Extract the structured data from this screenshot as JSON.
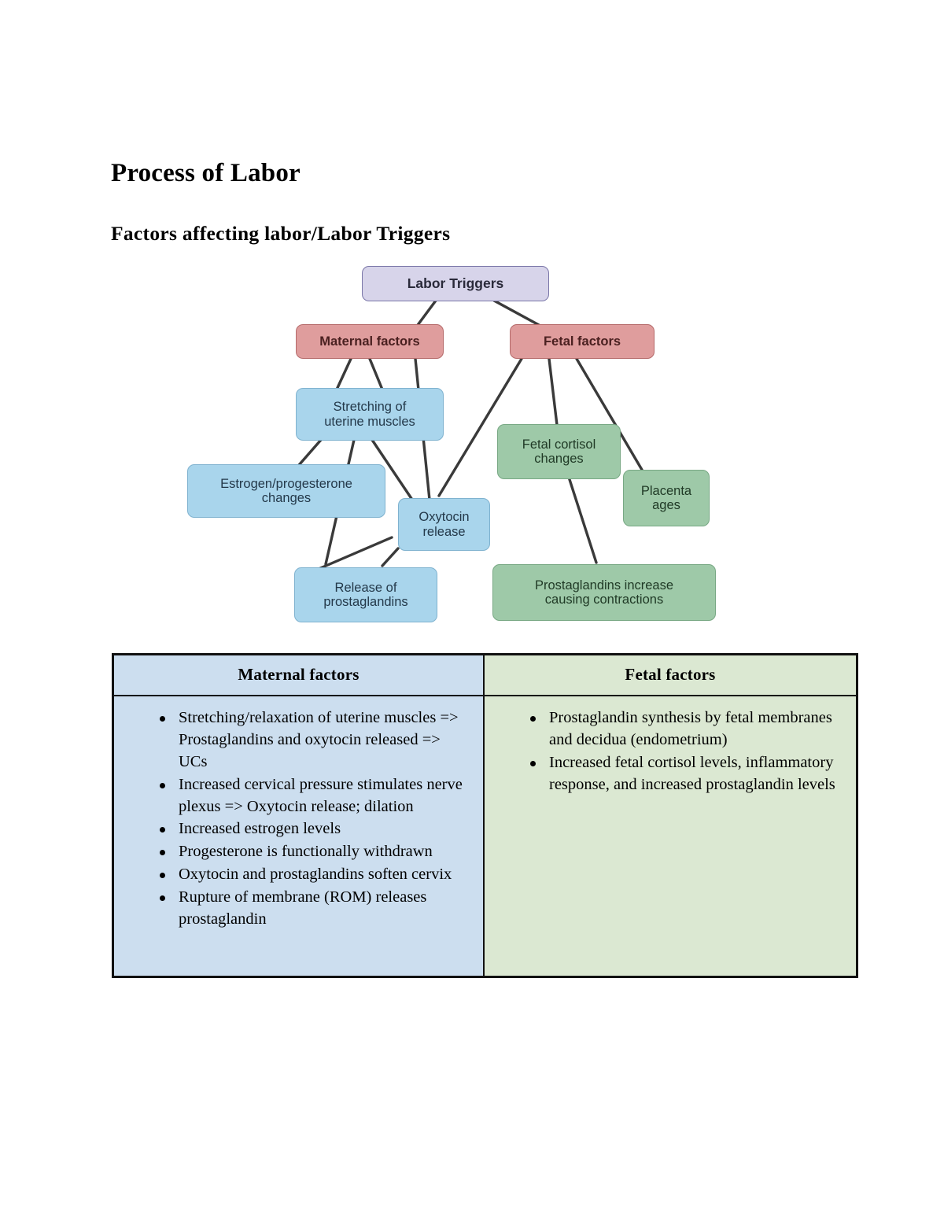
{
  "document": {
    "title": "Process of Labor",
    "subtitle": "Factors affecting labor/Labor Triggers"
  },
  "diagram": {
    "name": "labor-triggers-concept-map",
    "nodes": {
      "labor_triggers": "Labor Triggers",
      "maternal_factors": "Maternal factors",
      "fetal_factors": "Fetal factors",
      "stretching": "Stretching of\nuterine muscles",
      "estrogen": "Estrogen/progesterone\nchanges",
      "oxytocin": "Oxytocin\nrelease",
      "release_prostaglandins": "Release of\nprostaglandins",
      "fetal_cortisol": "Fetal cortisol\nchanges",
      "placenta": "Placenta\nages",
      "prostaglandins_increase": "Prostaglandins increase\ncausing contractions"
    },
    "colors": {
      "root": "#d7d4ea",
      "branch": "#df9d9d",
      "maternal_node": "#a9d5ec",
      "fetal_node": "#9ec9a8",
      "connector": "#3a3a3a"
    }
  },
  "table": {
    "headers": [
      "Maternal factors",
      "Fetal factors"
    ],
    "maternal_bullets": [
      "Stretching/relaxation of uterine muscles => Prostaglandins and oxytocin released => UCs",
      "Increased cervical pressure stimulates nerve plexus => Oxytocin release; dilation",
      "Increased estrogen levels",
      "Progesterone is functionally withdrawn",
      "Oxytocin and prostaglandins soften cervix",
      "Rupture of membrane (ROM) releases prostaglandin"
    ],
    "fetal_bullets": [
      "Prostaglandin synthesis by fetal membranes and decidua (endometrium)",
      "Increased fetal cortisol levels, inflammatory response, and increased prostaglandin levels"
    ],
    "colors": {
      "maternal_cell": "#ccdeef",
      "fetal_cell": "#dbe8d2",
      "border": "#111111"
    }
  }
}
